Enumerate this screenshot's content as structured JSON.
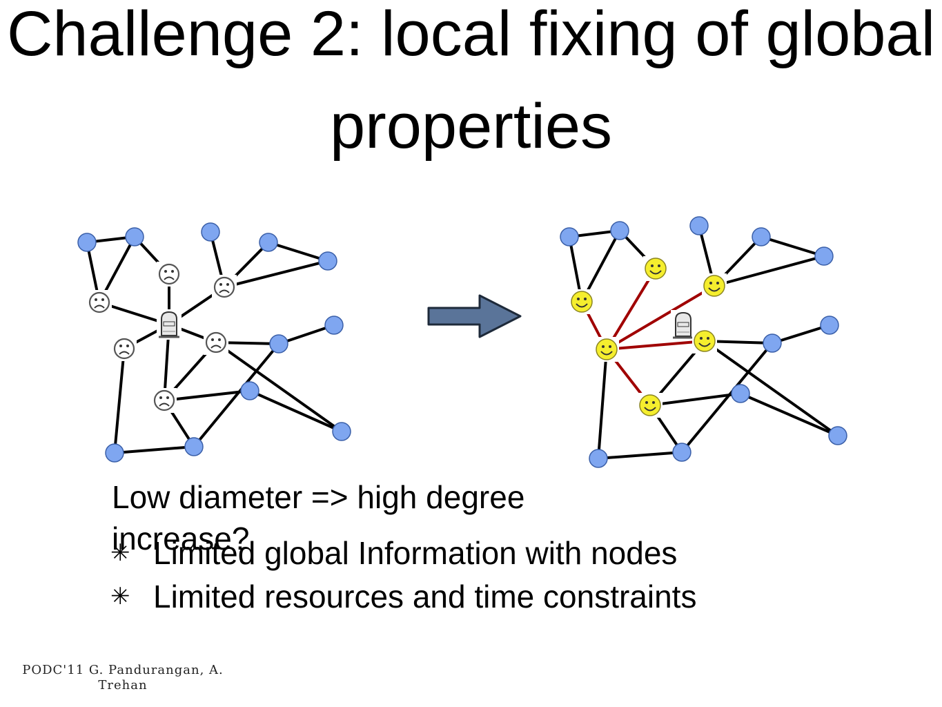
{
  "slide": {
    "title": "Challenge 2: local fixing of global properties",
    "caption": "Low diameter => high degree increase?",
    "bullets": [
      "Limited global Information with nodes",
      "Limited resources and time constraints"
    ],
    "footer": "PODC'11 G. Pandurangan, A. Trehan"
  },
  "colors": {
    "node": "#7fa6f0",
    "edge": "#000000",
    "healed_edge": "#a00000",
    "happy_face": "#f5ee2e",
    "sad_face": "#ffffff",
    "arrow": "#5a7499"
  },
  "icons": {
    "sad_face": "sad-face-icon",
    "happy_face": "smiley-face-icon",
    "deleted_node": "tombstone-rip-icon",
    "arrow": "arrow-right-icon"
  }
}
